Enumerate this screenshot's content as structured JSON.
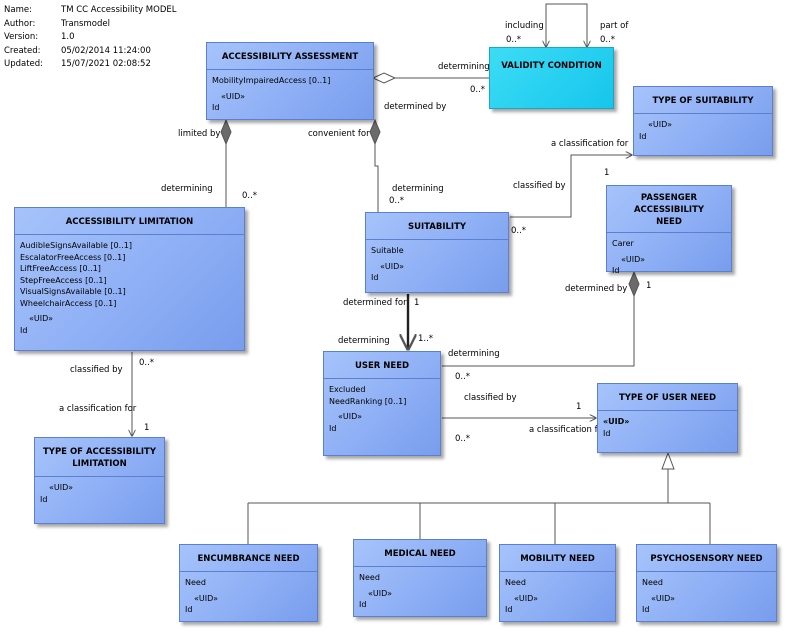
{
  "meta": [
    {
      "key": "Name:",
      "value": "TM CC Accessibility MODEL"
    },
    {
      "key": "Author:",
      "value": "Transmodel"
    },
    {
      "key": "Version:",
      "value": "1.0"
    },
    {
      "key": "Created:",
      "value": "05/02/2014 11:24:00"
    },
    {
      "key": "Updated:",
      "value": "15/07/2021 02:08:52"
    }
  ],
  "classes": {
    "accessibility_assessment": {
      "name": "ACCESSIBILITY ASSESSMENT",
      "attrs": [
        "MobilityImpairedAccess [0..1]"
      ],
      "uid": "«UID»",
      "id": "Id"
    },
    "validity_condition": {
      "name": "VALIDITY CONDITION"
    },
    "type_of_suitability": {
      "name": "TYPE OF SUITABILITY",
      "uid": "«UID»",
      "id": "Id"
    },
    "accessibility_limitation": {
      "name": "ACCESSIBILITY LIMITATION",
      "attrs": [
        "AudibleSignsAvailable [0..1]",
        "EscalatorFreeAccess [0..1]",
        "LiftFreeAccess [0..1]",
        "StepFreeAccess [0..1]",
        "VisualSignsAvailable [0..1]",
        "WheelchairAccess [0..1]"
      ],
      "uid": "«UID»",
      "id": "Id"
    },
    "suitability": {
      "name": "SUITABILITY",
      "attrs": [
        "Suitable"
      ],
      "uid": "«UID»",
      "id": "Id"
    },
    "passenger_accessibility_need": {
      "name_line1": "PASSENGER ACCESSIBILITY",
      "name_line2": "NEED",
      "attrs": [
        "Carer"
      ],
      "uid": "«UID»",
      "id": "Id"
    },
    "user_need": {
      "name": "USER NEED",
      "attrs": [
        "Excluded",
        "NeedRanking [0..1]"
      ],
      "uid": "«UID»",
      "id": "Id"
    },
    "type_of_user_need": {
      "name": "TYPE OF USER NEED",
      "uid": "«UID»",
      "id": "Id"
    },
    "type_of_accessibility_limitation": {
      "name_line1": "TYPE OF ACCESSIBILITY",
      "name_line2": "LIMITATION",
      "uid": "«UID»",
      "id": "Id"
    },
    "encumbrance_need": {
      "name": "ENCUMBRANCE NEED",
      "attrs": [
        "Need"
      ],
      "uid": "«UID»",
      "id": "Id"
    },
    "medical_need": {
      "name": "MEDICAL NEED",
      "attrs": [
        "Need"
      ],
      "uid": "«UID»",
      "id": "Id"
    },
    "mobility_need": {
      "name": "MOBILITY NEED",
      "attrs": [
        "Need"
      ],
      "uid": "«UID»",
      "id": "Id"
    },
    "psychosensory_need": {
      "name": "PSYCHOSENSORY NEED",
      "attrs": [
        "Need"
      ],
      "uid": "«UID»",
      "id": "Id"
    }
  },
  "labels": {
    "including": "including",
    "part_of": "part of",
    "vc_mult_left": "0..*",
    "vc_mult_right": "0..*",
    "determining_vc": "determining",
    "determined_by_vc": "determined by",
    "vc_mult_aa": "0..*",
    "limited_by": "limited by",
    "convenient_for": "convenient for",
    "determining_al": "determining",
    "al_mult": "0..*",
    "determining_su": "determining",
    "su_mult": "0..*",
    "classification_for_ts": "a classification for",
    "classified_by_su": "classified by",
    "ts_mult": "1",
    "su_mult_ts": "0..*",
    "determined_by_pan": "determined by",
    "pan_mult": "1",
    "determined_for": "determined for",
    "su_un_mult1": "1",
    "determining_un": "determining",
    "un_mult_su": "1..*",
    "determining_un_pan": "determining",
    "un_mult_pan": "0..*",
    "classified_by_un": "classified by",
    "tun_mult": "1",
    "classification_for_tun": "a classification for",
    "un_mult_tun": "0..*",
    "classified_by_al": "classified by",
    "al_tal_mult": "0..*",
    "classification_for_tal": "a classification for",
    "tal_mult": "1"
  }
}
